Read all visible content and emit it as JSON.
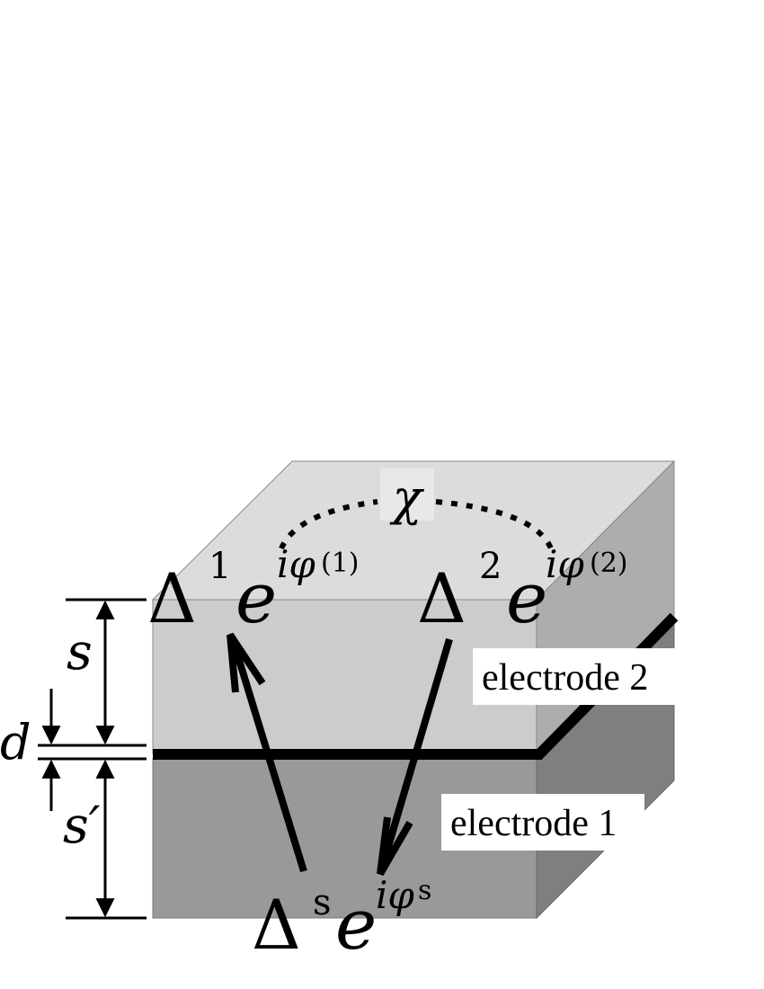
{
  "labels": {
    "chi": "χ",
    "delta_symbol": "Δ",
    "delta1_sup": "1",
    "delta2_sup": "2",
    "deltas_sup": "s",
    "e": "e",
    "phase1": "iφ",
    "phase1_idx": "(1)",
    "phase2": "iφ",
    "phase2_idx": "(2)",
    "phases": "iφ",
    "phases_idx": "s",
    "s": "s",
    "s_prime": "s′",
    "d": "d",
    "electrode2": "electrode 2",
    "electrode1": "electrode 1"
  },
  "colors": {
    "top_face": "#dcdcdc",
    "upper_front": "#cccccc",
    "lower_front": "#999999",
    "upper_side": "#adadad",
    "lower_side": "#7f7f7f",
    "line": "#000000"
  }
}
